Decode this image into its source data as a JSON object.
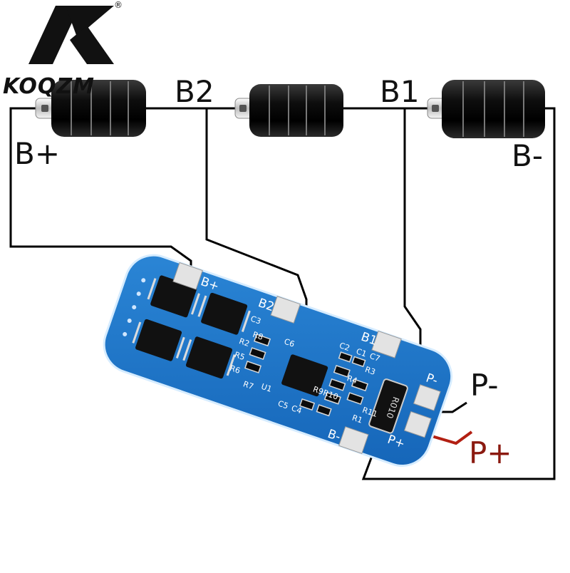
{
  "brand": {
    "logo_letter": "K",
    "name": "KOQZM",
    "registered_mark": "®"
  },
  "diagram": {
    "title": "",
    "battery_nodes": {
      "b_plus": "B+",
      "b2": "B2",
      "b1": "B1",
      "b_minus": "B-"
    },
    "output_terminals": {
      "p_minus": "P-",
      "p_plus": "P+"
    },
    "board_pad_labels": [
      "B+",
      "B2",
      "B1",
      "P-",
      "P+",
      "B-"
    ],
    "component_labels": [
      "R010",
      "U1",
      "C6",
      "C3",
      "R1",
      "R2",
      "C1",
      "C2",
      "C4",
      "C5",
      "R4",
      "R3",
      "R5",
      "R6",
      "R7",
      "R8",
      "R9",
      "R10",
      "R11",
      "C7"
    ],
    "cell_count": 3,
    "colors": {
      "wire": "#000000",
      "p_plus_wire": "#b21f12",
      "board": "#1f78c8",
      "battery_body": "#1a1a1a",
      "pad": "#e3e3e3"
    }
  }
}
